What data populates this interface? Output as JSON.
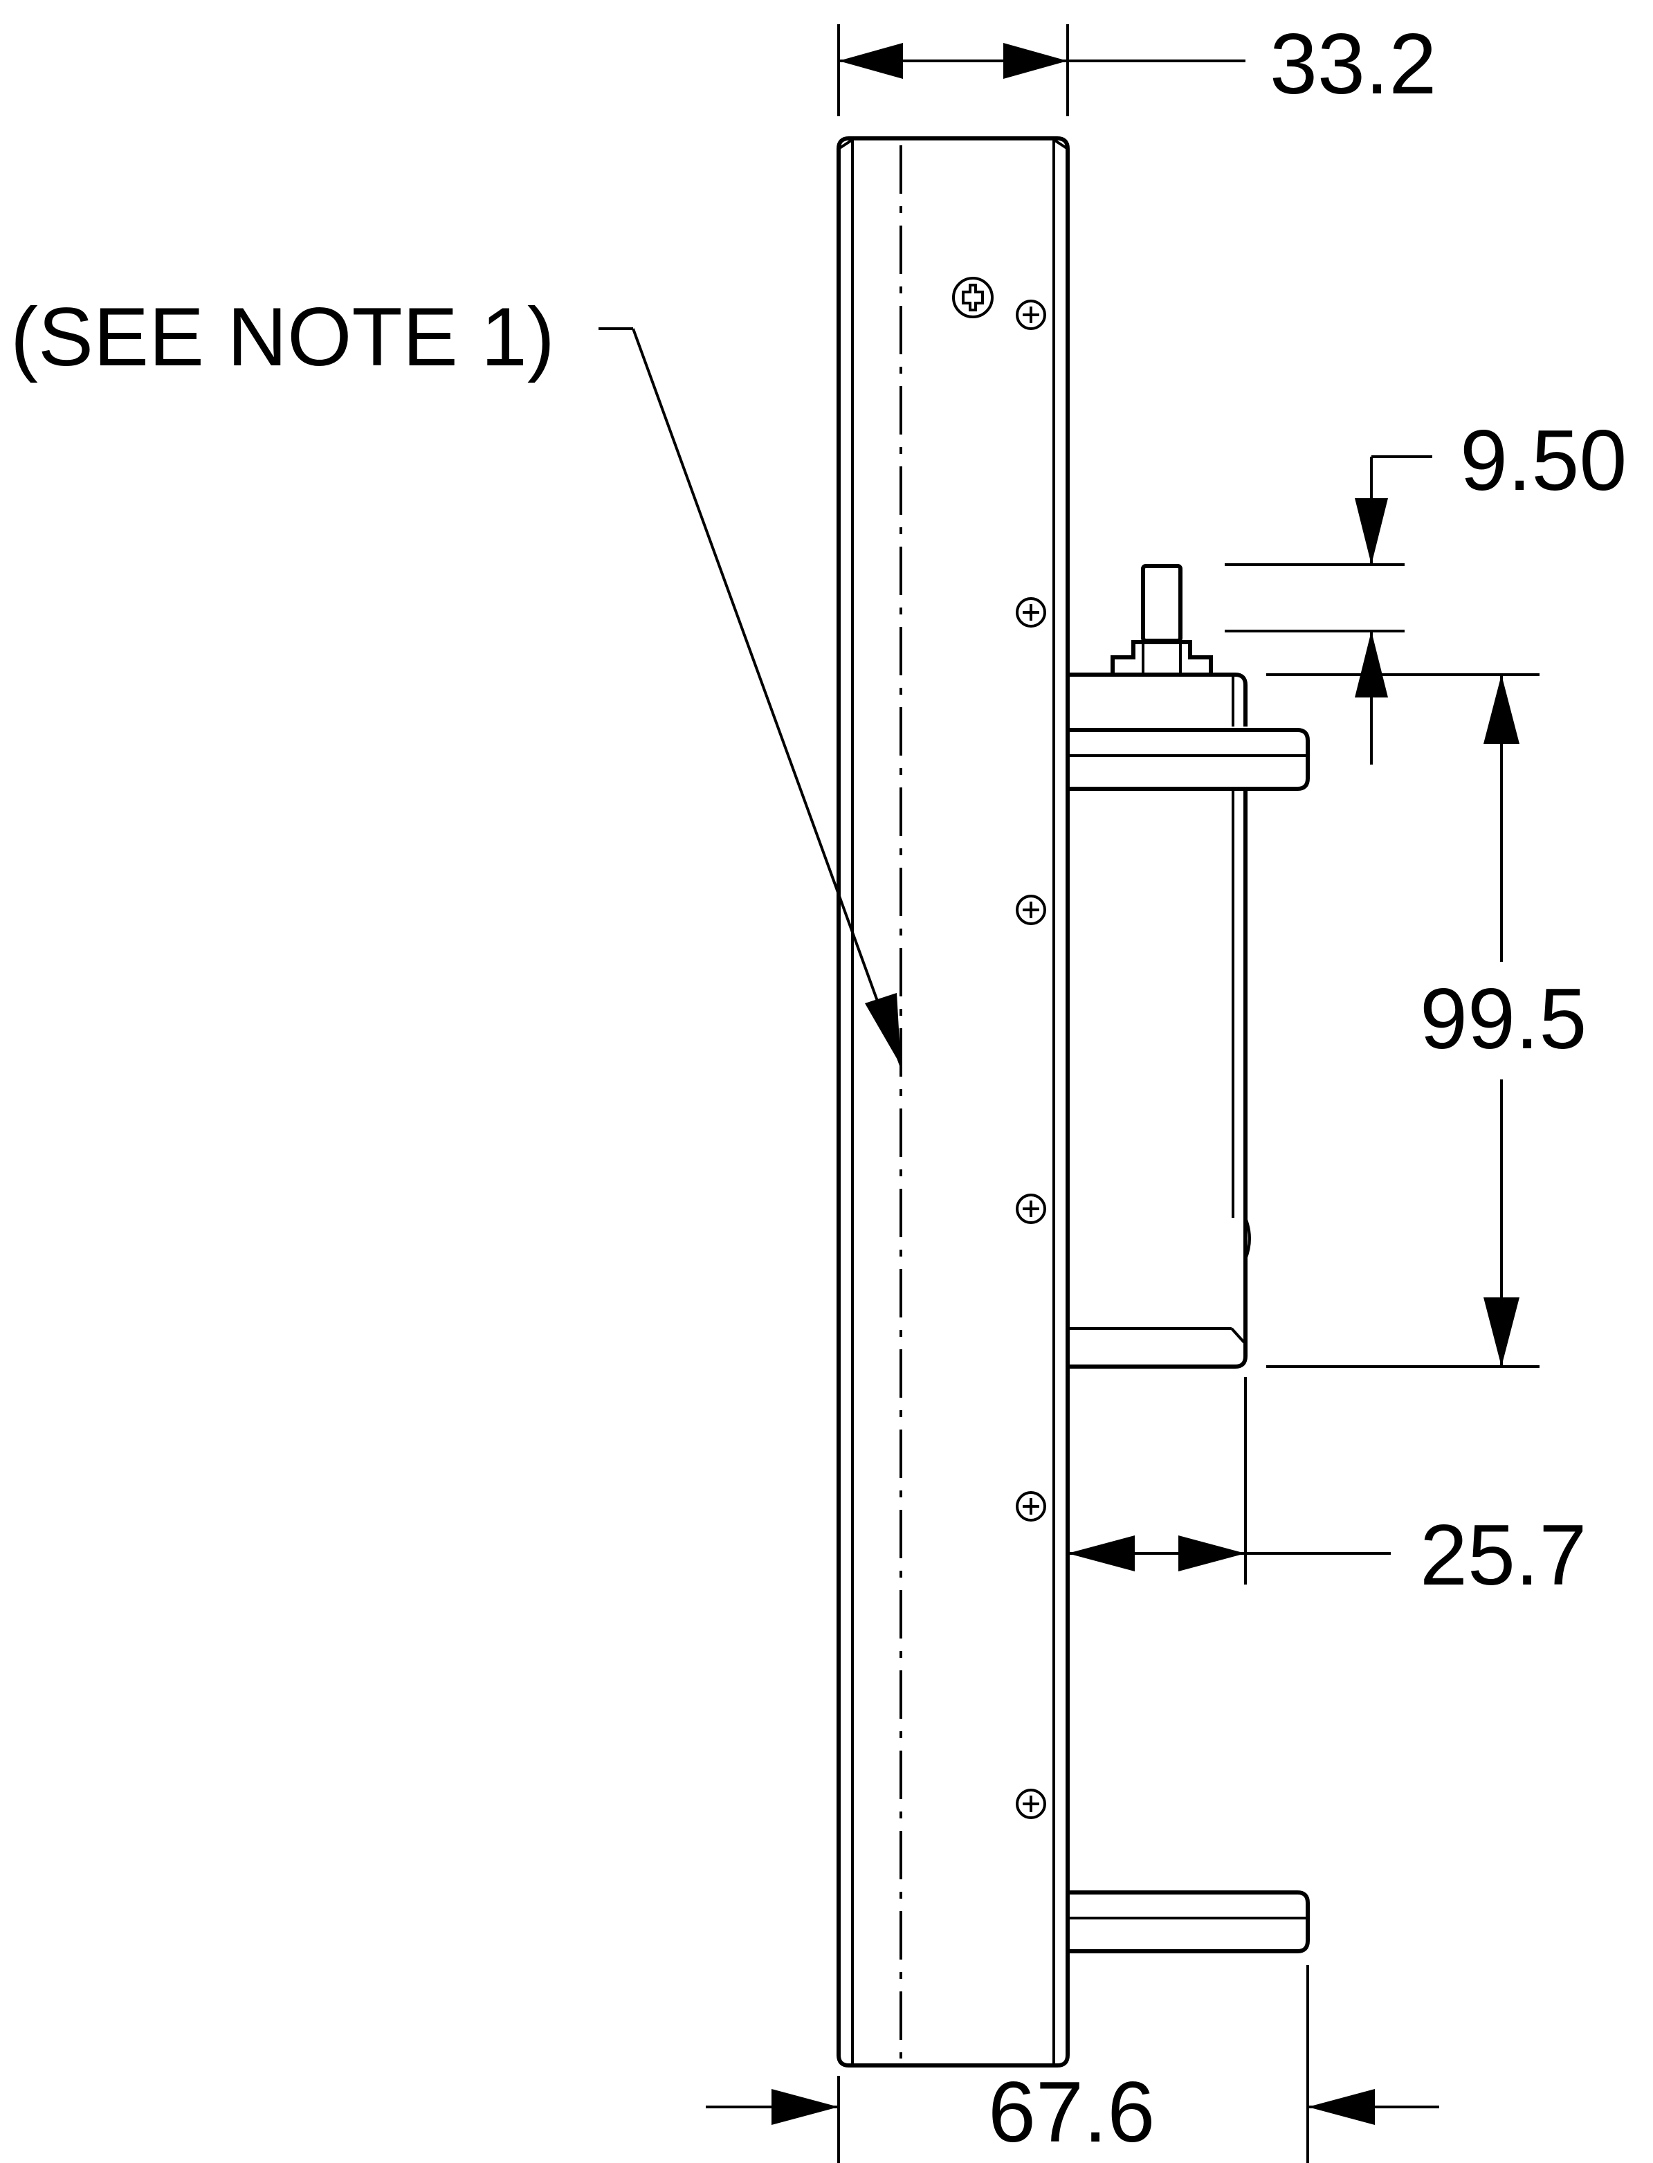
{
  "drawing": {
    "note_label": "(SEE NOTE 1)",
    "dimensions": {
      "width_top": "33.2",
      "shaft_height": "9.50",
      "bracket_height": "99.5",
      "bracket_depth": "25.7",
      "overall_depth": "67.6"
    }
  }
}
